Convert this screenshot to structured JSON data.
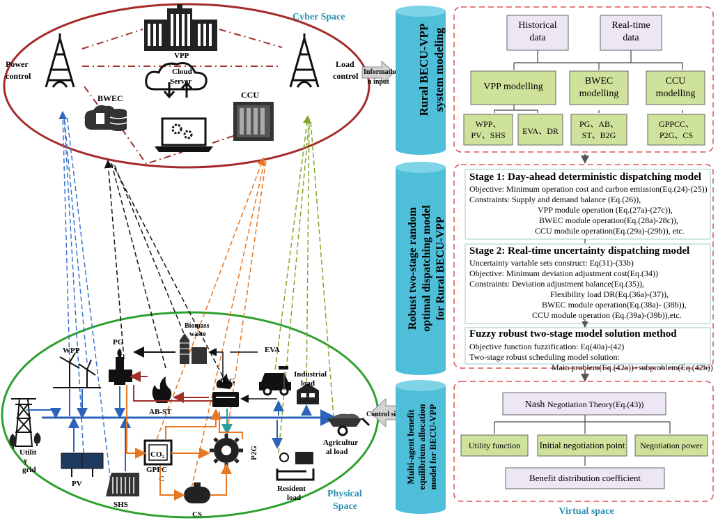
{
  "cyber_space": {
    "title": "Cyber Space",
    "vpp": "VPP",
    "cloud_line1": "Cloud",
    "cloud_line2": "Server",
    "power_control_line1": "Power",
    "power_control_line2": "control",
    "load_control_line1": "Load",
    "load_control_line2": "control",
    "bwec": "BWEC",
    "ccu": "CCU"
  },
  "physical_space": {
    "title_line1": "Physical",
    "title_line2": "Space",
    "pg": "PG",
    "wpp": "WPP",
    "biomass_line1": "Biomass",
    "biomass_line2": "waste",
    "eva": "EVA",
    "b2g": "B2G",
    "industrial_line1": "Industrial",
    "industrial_line2": "load",
    "ab_st": "AB-ST",
    "utility_line1": "Utilit",
    "utility_line2": "y",
    "utility_line3": "grid",
    "pv": "PV",
    "gppcc_line1": "GPPC",
    "gppcc_line2": "C",
    "co2": "CO₂",
    "p2g": "P2G",
    "shs": "SHS",
    "cs": "CS",
    "resident_line1": "Resident",
    "resident_line2": "load",
    "agri_line1": "Agricultur",
    "agri_line2": "al load"
  },
  "flows": {
    "information_input_line1": "Informatio",
    "information_input_line2": "n input",
    "control_signal": "Control signal"
  },
  "sidebars": {
    "modeling_line1": "Rural BECU-VPP",
    "modeling_line2": "system modeling",
    "dispatch_line1": "Robust two-stage random",
    "dispatch_line2": "optimal dispatching model",
    "dispatch_line3": "for Rural BECU-VPP",
    "benefit_line1": "Multi-agent benefit",
    "benefit_line2": "equilibrium allocation",
    "benefit_line3": "model for BECU-VPP"
  },
  "modeling": {
    "historical_line1": "Historical",
    "historical_line2": "data",
    "realtime_line1": "Real-time",
    "realtime_line2": "data",
    "vpp_modelling": "VPP modelling",
    "bwec_line1": "BWEC",
    "bwec_line2": "modelling",
    "ccu_line1": "CCU",
    "ccu_line2": "modelling",
    "leaf1_line1": "WPP、",
    "leaf1_line2": "PV、SHS",
    "leaf2": "EVA、DR",
    "leaf3_line1": "PG、AB、",
    "leaf3_line2": "ST、B2G",
    "leaf4_line1": "GPPCC、",
    "leaf4_line2": "P2G、CS"
  },
  "dispatch": {
    "stage1_title": "Stage 1: Day-ahead deterministic dispatching model",
    "stage1_lines": [
      "Objective: Minimum operation cost and carbon emission(Eq.(24)-(25))",
      "Constraints: Supply and demand balance (Eq.(26)),",
      "VPP module operation (Eq.(27a)-(27c)),",
      "BWEC module operation(Eq.(28a)-28c)),",
      "CCU module operation(Eq.(29a)-(29b)), etc."
    ],
    "stage2_title": "Stage 2: Real-time uncertainty dispatching model",
    "stage2_lines": [
      "Uncertainty variable sets construct: Eq(31)-(33b)",
      "Objective: Minimum deviation adjustment cost(Eq.(34))",
      "Constraints: Deviation adjustment balance(Eq.(35)),",
      "Flexibility load DR(Eq.(36a)-(37)),",
      "BWEC module operation(Eq.(38a)- (38b)),",
      "CCU module operation (Eq.(39a)-(39b)),etc."
    ],
    "fuzzy_title": "Fuzzy robust two-stage  model solution method",
    "fuzzy_lines": [
      "Objective function fuzzification: Eq(40a)-(42)",
      "Two-stage robust scheduling model solution:",
      "Main problem(Eq.(42a))+subproblem(Eq.(42b))"
    ]
  },
  "benefit": {
    "nash_prefix": "Nash ",
    "nash_rest": "Negotiation Theory(Eq.(43))",
    "utility": "Utility function",
    "initial": "Initial negotiation point",
    "power": "Negotiation power",
    "coefficient": "Benefit distribution coefficient"
  },
  "virtual_space": "Virtual space",
  "colors": {
    "cyber_ellipse": "#a52a2a",
    "physical_ellipse": "#2ca02c",
    "sidebar_fill": "#4fbfd9",
    "panel_dash": "#e05050",
    "label_blue": "#2a8fb0",
    "bus_blue": "#2b63b8",
    "green_box": "#cfe29b",
    "lavender_box": "#ece6f5",
    "orange": "#e87722",
    "darkred": "#a0302a",
    "olive": "#7fa82a"
  }
}
